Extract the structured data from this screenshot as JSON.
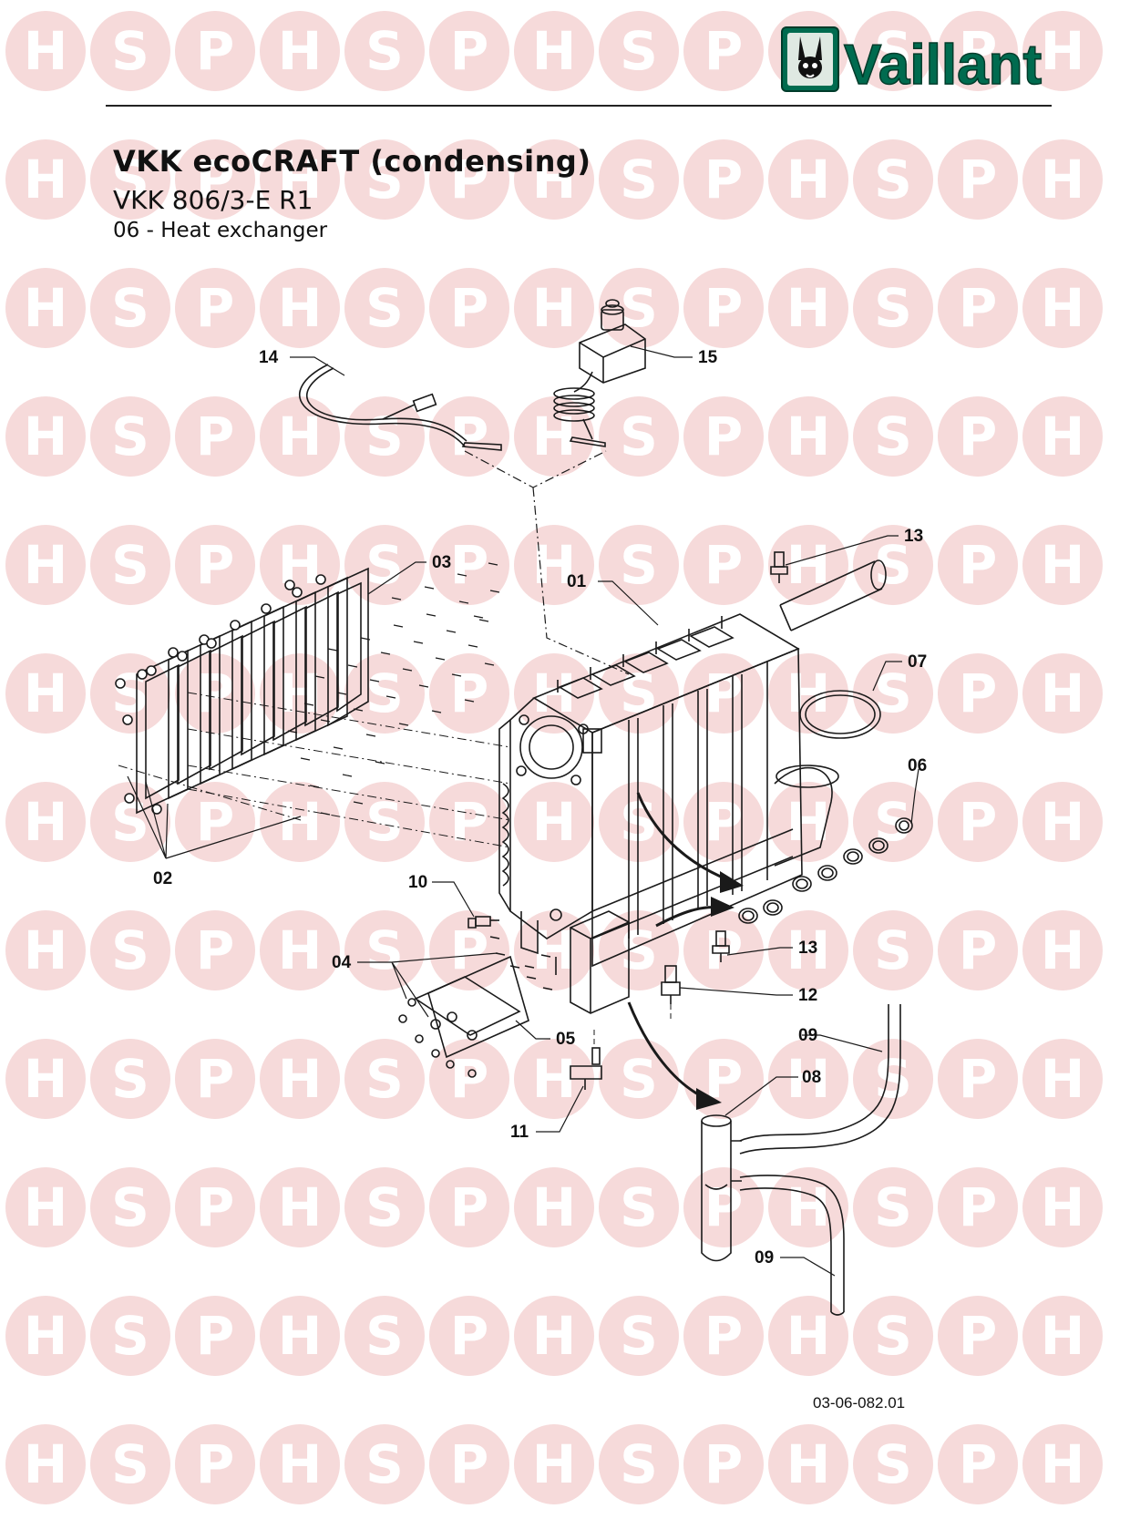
{
  "brand": {
    "name": "Vaillant",
    "color": "#006b4f"
  },
  "watermark": {
    "letters": [
      "H",
      "S",
      "P"
    ],
    "color": "#f6dada"
  },
  "header": {
    "title": "VKK ecoCRAFT (condensing)",
    "model": "VKK 806/3-E R1",
    "section": "06 - Heat exchanger"
  },
  "callouts": [
    "14",
    "15",
    "13",
    "03",
    "01",
    "07",
    "06",
    "02",
    "10",
    "13",
    "04",
    "12",
    "05",
    "09",
    "08",
    "11",
    "09"
  ],
  "drawing_number": "03-06-082.01"
}
